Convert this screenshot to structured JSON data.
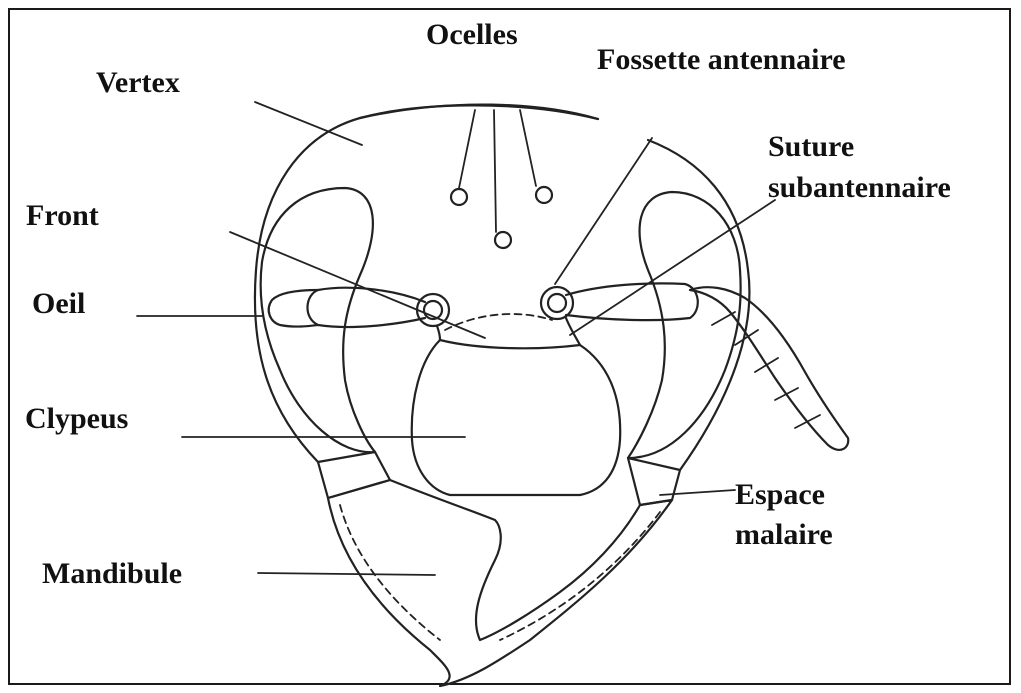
{
  "labels": {
    "ocelles": "Ocelles",
    "fossette_antennaire": "Fossette antennaire",
    "vertex": "Vertex",
    "suture_line1": "Suture",
    "suture_line2": "subantennaire",
    "front": "Front",
    "oeil": "Oeil",
    "clypeus": "Clypeus",
    "espace_line1": "Espace",
    "espace_line2": "malaire",
    "mandibule": "Mandibule"
  }
}
